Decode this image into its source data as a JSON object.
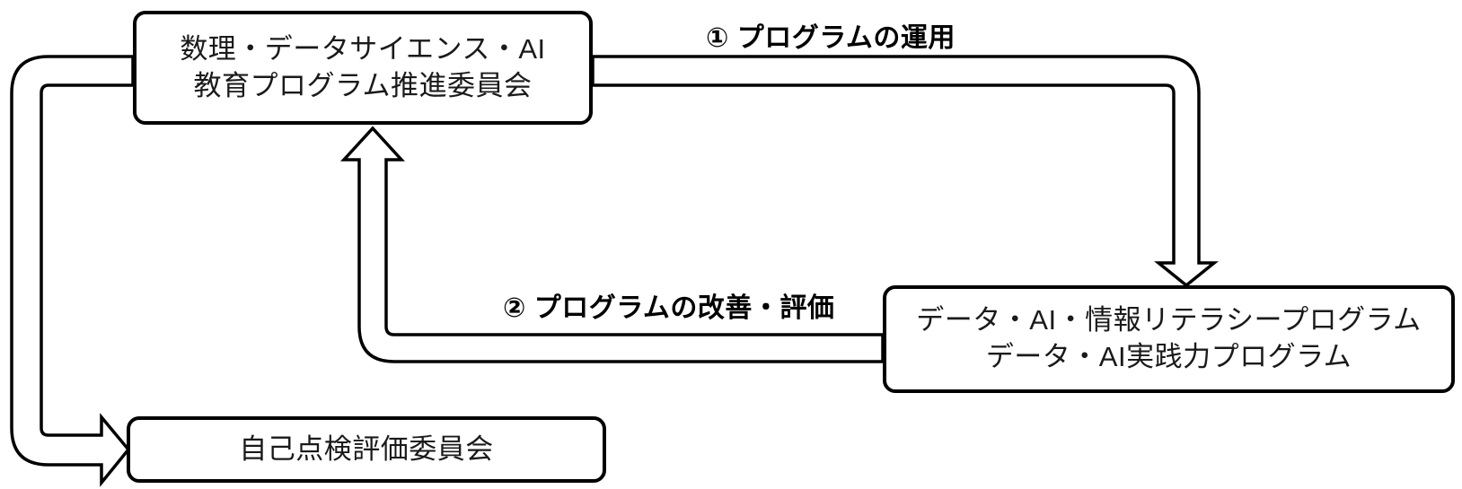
{
  "diagram": {
    "title_text_present": false,
    "background_color": "#ffffff",
    "line_color": "#000000",
    "text_color": "#1a1a1a",
    "nodes": [
      {
        "id": "committee",
        "label": "数理・データサイエンス・AI\n教育プログラム推進委員会",
        "line1": "数理・データサイエンス・AI",
        "line2": "教育プログラム推進委員会"
      },
      {
        "id": "programs",
        "label": "データ・AI・情報リテラシープログラム\nデータ・AI実践力プログラム",
        "line1": "データ・AI・情報リテラシープログラム",
        "line2": "データ・AI実践力プログラム"
      },
      {
        "id": "selfcheck",
        "label": "自己点検評価委員会",
        "line1": "自己点検評価委員会",
        "line2": ""
      }
    ],
    "flows": [
      {
        "id": "operation",
        "number": "①",
        "label": "① プログラムの運用",
        "from": "committee",
        "to": "programs"
      },
      {
        "id": "improve",
        "number": "②",
        "label": "② プログラムの改善・評価",
        "from": "programs",
        "to": "committee"
      },
      {
        "id": "committee-to-selfcheck",
        "number": "",
        "label": "",
        "from": "committee",
        "to": "selfcheck"
      }
    ]
  }
}
